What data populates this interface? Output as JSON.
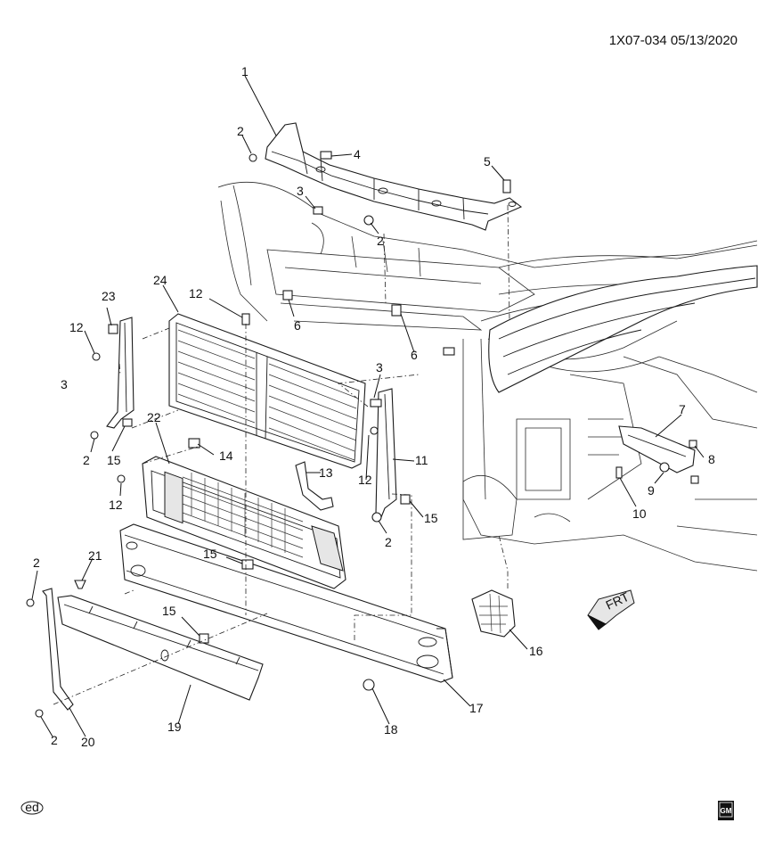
{
  "header": {
    "code": "1X07-034  05/13/2020"
  },
  "footer": {
    "ed_mark": "ed",
    "logo": "gm-logo"
  },
  "callouts": [
    {
      "id": "c1",
      "text": "1"
    },
    {
      "id": "c2a",
      "text": "2"
    },
    {
      "id": "c4",
      "text": "4"
    },
    {
      "id": "c5",
      "text": "5"
    },
    {
      "id": "c3a",
      "text": "3"
    },
    {
      "id": "c2b",
      "text": "2"
    },
    {
      "id": "c24",
      "text": "24"
    },
    {
      "id": "c12a",
      "text": "12"
    },
    {
      "id": "c6a",
      "text": "6"
    },
    {
      "id": "c3b",
      "text": "3"
    },
    {
      "id": "c12b",
      "text": "12"
    },
    {
      "id": "c6b",
      "text": "6"
    },
    {
      "id": "c23",
      "text": "23"
    },
    {
      "id": "c3c",
      "text": "3"
    },
    {
      "id": "c7",
      "text": "7"
    },
    {
      "id": "c22",
      "text": "22"
    },
    {
      "id": "c2c",
      "text": "2"
    },
    {
      "id": "c15a",
      "text": "15"
    },
    {
      "id": "c14",
      "text": "14"
    },
    {
      "id": "c11",
      "text": "11"
    },
    {
      "id": "c8",
      "text": "8"
    },
    {
      "id": "c13",
      "text": "13"
    },
    {
      "id": "c12c",
      "text": "12"
    },
    {
      "id": "c9",
      "text": "9"
    },
    {
      "id": "c12d",
      "text": "12"
    },
    {
      "id": "c10",
      "text": "10"
    },
    {
      "id": "c15b",
      "text": "15"
    },
    {
      "id": "c2d",
      "text": "2"
    },
    {
      "id": "c2e",
      "text": "2"
    },
    {
      "id": "c15c",
      "text": "15"
    },
    {
      "id": "c21",
      "text": "21"
    },
    {
      "id": "c16",
      "text": "16"
    },
    {
      "id": "c15d",
      "text": "15"
    },
    {
      "id": "c17",
      "text": "17"
    },
    {
      "id": "c2f",
      "text": "2"
    },
    {
      "id": "c20",
      "text": "20"
    },
    {
      "id": "c19",
      "text": "19"
    },
    {
      "id": "c18",
      "text": "18"
    }
  ],
  "arrow": {
    "text": "FRT"
  },
  "logo_text": "GM"
}
